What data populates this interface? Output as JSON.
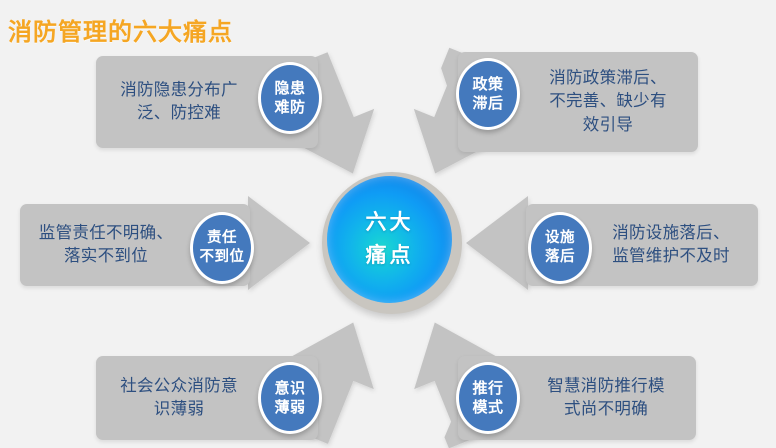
{
  "title": "消防管理的六大痛点",
  "colors": {
    "background": "#f2f2f2",
    "title_orange": "#f5a623",
    "panel_gray": "#c3c3c3",
    "arrow_gray": "#c3c3c3",
    "badge_blue": "#4479bd",
    "body_text_blue": "#2d4f80",
    "hub_cyan": "#14c8dd",
    "hub_blue": "#1474dc",
    "hub_ring_gray": "#c9c6c0"
  },
  "hub": {
    "name": "六大痛点",
    "line1": "六大",
    "line2": "痛点"
  },
  "items": [
    {
      "id": "top-left",
      "badge_line1": "隐患",
      "badge_line2": "难防",
      "text": "消防隐患分布广\n泛、防控难"
    },
    {
      "id": "top-right",
      "badge_line1": "政策",
      "badge_line2": "滞后",
      "text": "消防政策滞后、\n不完善、缺少有\n效引导"
    },
    {
      "id": "middle-left",
      "badge_line1": "责任",
      "badge_line2": "不到位",
      "text": "监管责任不明确、\n落实不到位"
    },
    {
      "id": "middle-right",
      "badge_line1": "设施",
      "badge_line2": "落后",
      "text": "消防设施落后、\n监管维护不及时"
    },
    {
      "id": "bottom-left",
      "badge_line1": "意识",
      "badge_line2": "薄弱",
      "text": "社会公众消防意\n识薄弱"
    },
    {
      "id": "bottom-right",
      "badge_line1": "推行",
      "badge_line2": "模式",
      "text": "智慧消防推行模\n式尚不明确"
    }
  ]
}
